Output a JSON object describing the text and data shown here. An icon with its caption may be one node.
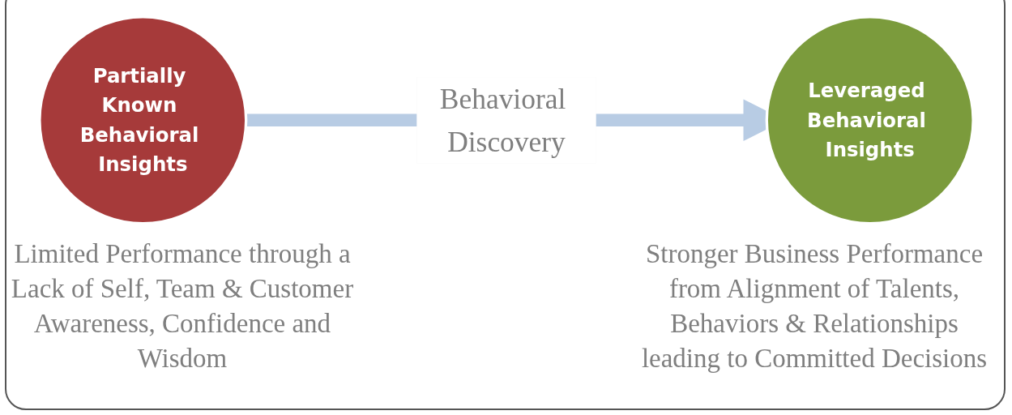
{
  "diagram": {
    "nodes": [
      {
        "text": [
          "Partially Known Behavioral Insights"
        ],
        "beside": [
          "Limited Performance through a Lack of Self, Team & Customer Awareness, Confidence and Wisdom"
        ]
      },
      {
        "text": [
          "Leveraged Behavioral Insights"
        ],
        "beside": [
          "Stronger Business Performance from Alignment of Talents, Behaviors & Relationships leading to Committed Decisions"
        ]
      }
    ],
    "edges": [
      {
        "from": 0,
        "to": 1,
        "arrow": "to",
        "label": "Behavioral Discovery",
        "color": "#b8cce4"
      }
    ]
  }
}
